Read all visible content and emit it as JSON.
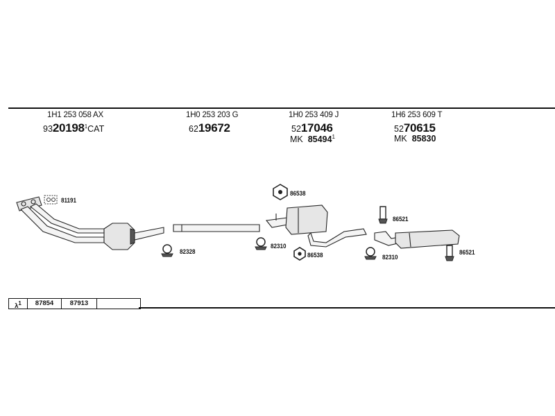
{
  "columns": [
    {
      "oe": "1H1 253 058 AX",
      "pn_prefix": "93",
      "pn_main": "20198",
      "pn_sup": "1",
      "pn_suffix": "CAT",
      "mk_prefix": "",
      "mk_num": "",
      "mk_sup": ""
    },
    {
      "oe": "1H0 253 203 G",
      "pn_prefix": "62",
      "pn_main": "19672",
      "pn_sup": "",
      "pn_suffix": "",
      "mk_prefix": "",
      "mk_num": "",
      "mk_sup": ""
    },
    {
      "oe": "1H0 253 409 J",
      "pn_prefix": "52",
      "pn_main": "17046",
      "pn_sup": "",
      "pn_suffix": "",
      "mk_prefix": "MK",
      "mk_num": "85494",
      "mk_sup": "1"
    },
    {
      "oe": "1H6 253 609 T",
      "pn_prefix": "52",
      "pn_main": "70615",
      "pn_sup": "",
      "pn_suffix": "",
      "mk_prefix": "MK",
      "mk_num": "85830",
      "mk_sup": ""
    }
  ],
  "parts": {
    "gasket_81191": "81191",
    "clamp_82328": "82328",
    "clamp_82310_a": "82310",
    "hanger_86538_top": "86538",
    "hanger_86538_bottom": "86538",
    "hanger_86521_top": "86521",
    "clamp_82310_b": "82310",
    "hanger_86521_bottom": "86521"
  },
  "footer": {
    "symbol": "λ",
    "sup": "1",
    "cells": [
      "87854",
      "87913",
      ""
    ]
  }
}
